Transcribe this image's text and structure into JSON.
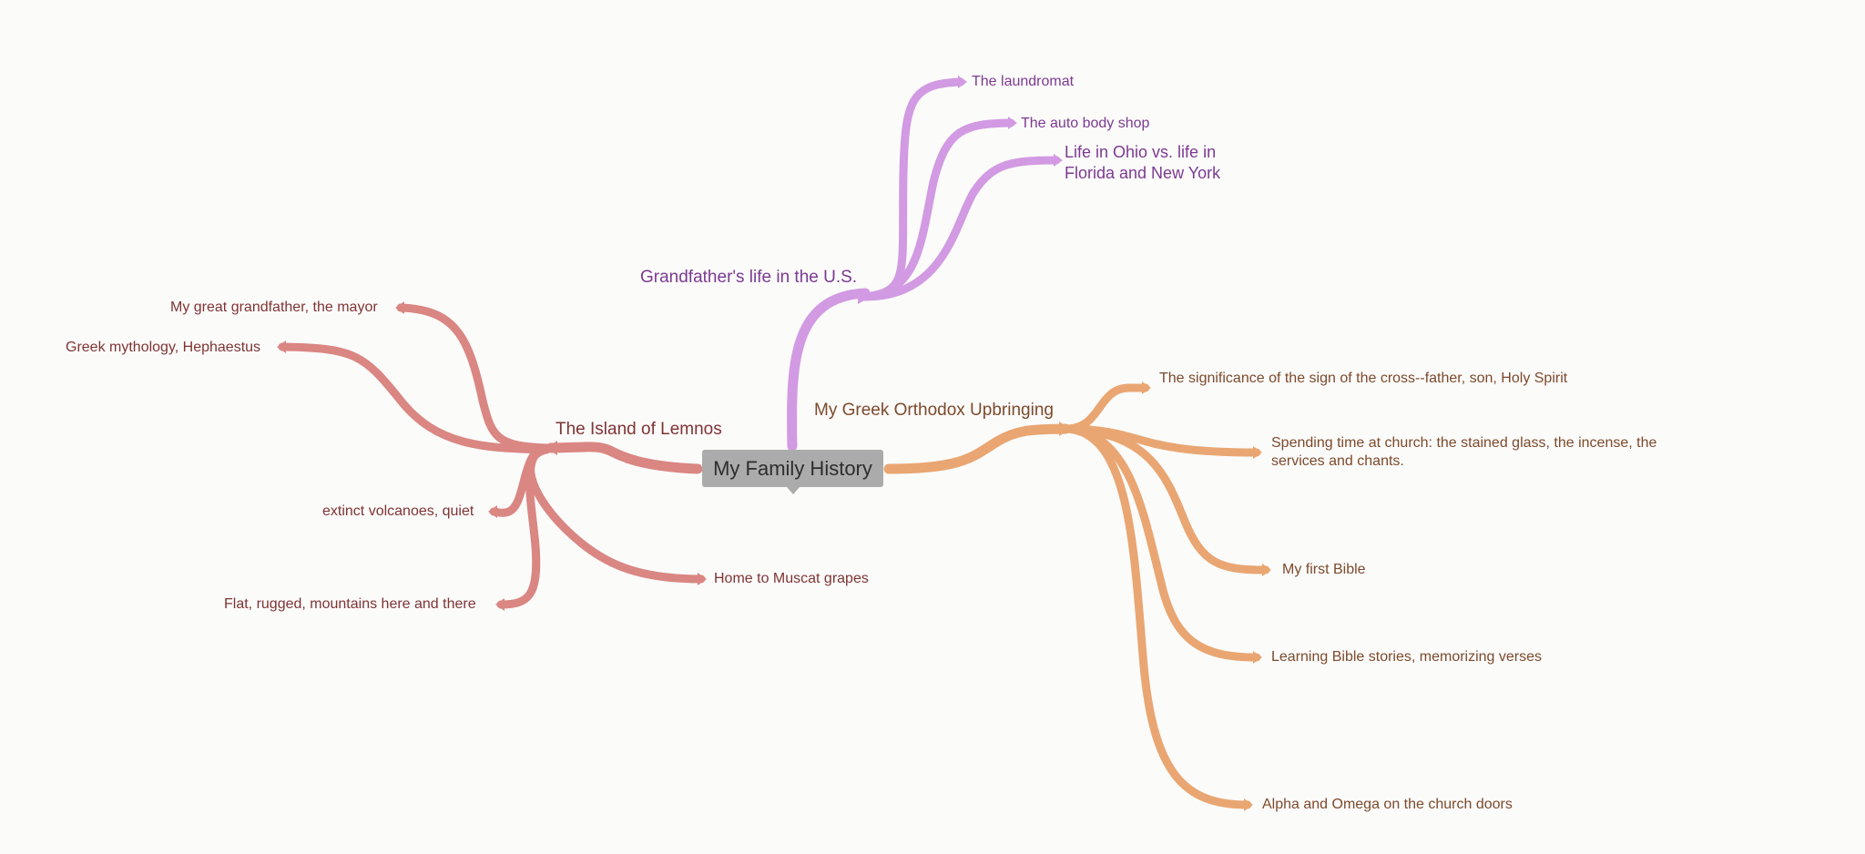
{
  "colors": {
    "background": "#fbfbfa",
    "center_box": "#ababab",
    "branch_purple": "#d29ae2",
    "branch_red": "#da8682",
    "branch_orange": "#e9a672",
    "text_purple": "#7c3a91",
    "text_red": "#7f3434",
    "text_orange": "#7d4a2c"
  },
  "center": {
    "label": "My Family History"
  },
  "branches": {
    "us": {
      "label": "Grandfather's life in the U.S.",
      "children": [
        "The laundromat",
        "The auto body shop",
        "Life in Ohio vs. life in Florida and New York"
      ]
    },
    "lemnos": {
      "label": "The Island of Lemnos",
      "children": [
        "My great grandfather, the mayor",
        "Greek mythology, Hephaestus",
        "extinct volcanoes, quiet",
        "Flat, rugged, mountains here and there",
        "Home to Muscat grapes"
      ]
    },
    "orthodox": {
      "label": "My Greek Orthodox Upbringing",
      "children": [
        "The significance of the sign of the cross--father, son, Holy Spirit",
        "Spending time at church: the stained glass, the incense, the services and chants.",
        "My first Bible",
        "Learning Bible stories, memorizing verses",
        "Alpha and Omega on the church doors"
      ]
    }
  }
}
